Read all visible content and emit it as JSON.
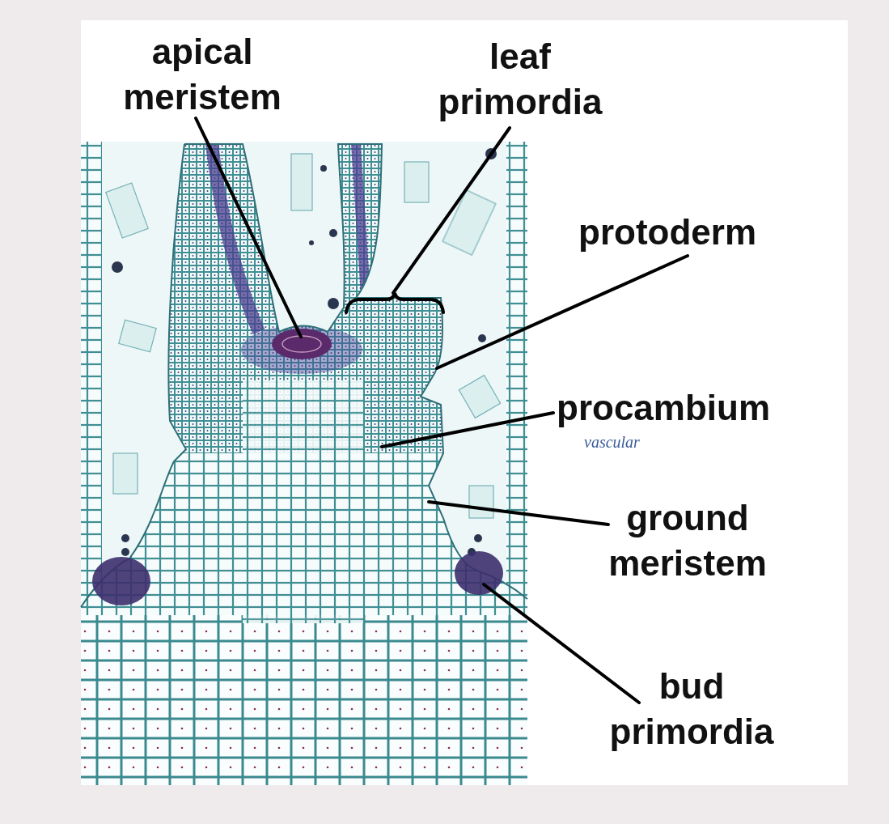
{
  "diagram": {
    "labels": [
      "apical meristem",
      "leaf primordia",
      "protoderm",
      "procambium",
      "vascular",
      "ground meristem",
      "bud primordia"
    ]
  }
}
